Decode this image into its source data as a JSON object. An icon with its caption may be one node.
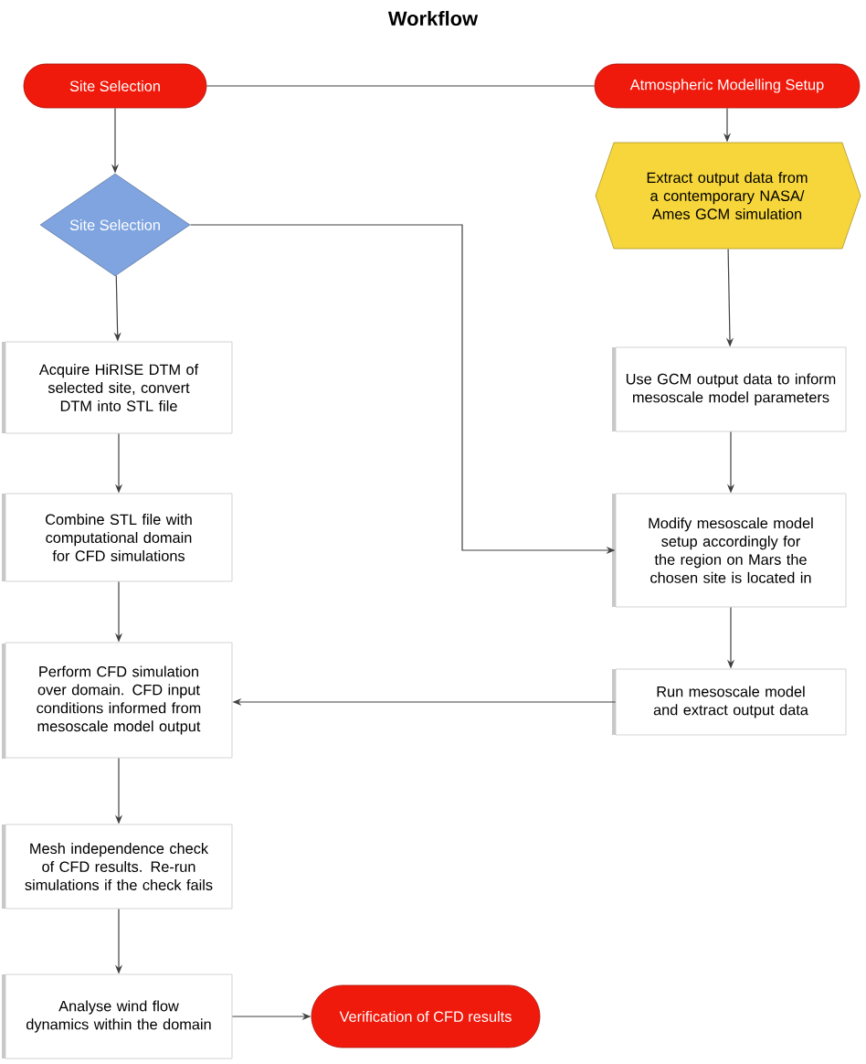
{
  "diagram": {
    "title": "Workflow",
    "nodes": [
      {
        "text": [
          "Site Selection"
        ]
      },
      {
        "text": [
          "Atmospheric Modelling Setup"
        ]
      },
      {
        "text": [
          "Site Selection"
        ]
      },
      {
        "text": [
          "Acquire HiRISE DTM of selected site, convert DTM into STL file"
        ]
      },
      {
        "text": [
          "Combine STL file with computational domain for CFD simulations"
        ]
      },
      {
        "text": [
          "Perform CFD simulation over domain. CFD input conditions informed from mesoscale model output"
        ]
      },
      {
        "text": [
          "Mesh independence check of CFD results. Re-run simulations if the check fails"
        ]
      },
      {
        "text": [
          "Analyse wind flow dynamics within the domain"
        ]
      },
      {
        "text": [
          "Verification of CFD results"
        ]
      },
      {
        "text": [
          "Extract output data from a contemporary NASA/ Ames GCM simulation"
        ]
      },
      {
        "text": [
          "Use GCM output data to inform mesoscale model parameters"
        ]
      },
      {
        "text": [
          "Modify mesoscale model setup accordingly for the region on Mars the chosen site is located in"
        ]
      },
      {
        "text": [
          "Run mesoscale model and extract output data"
        ]
      }
    ],
    "edges": [
      {
        "from": 0,
        "to": 1,
        "arrow": "none"
      },
      {
        "from": 0,
        "to": 2,
        "arrow": "to"
      },
      {
        "from": 2,
        "to": 3,
        "arrow": "to"
      },
      {
        "from": 2,
        "to": 11,
        "arrow": "to"
      },
      {
        "from": 3,
        "to": 4,
        "arrow": "to"
      },
      {
        "from": 4,
        "to": 5,
        "arrow": "to"
      },
      {
        "from": 5,
        "to": 6,
        "arrow": "to"
      },
      {
        "from": 6,
        "to": 7,
        "arrow": "to"
      },
      {
        "from": 7,
        "to": 8,
        "arrow": "to"
      },
      {
        "from": 1,
        "to": 9,
        "arrow": "to"
      },
      {
        "from": 9,
        "to": 10,
        "arrow": "to"
      },
      {
        "from": 10,
        "to": 11,
        "arrow": "to"
      },
      {
        "from": 11,
        "to": 12,
        "arrow": "to"
      },
      {
        "from": 12,
        "to": 5,
        "arrow": "to"
      }
    ]
  }
}
